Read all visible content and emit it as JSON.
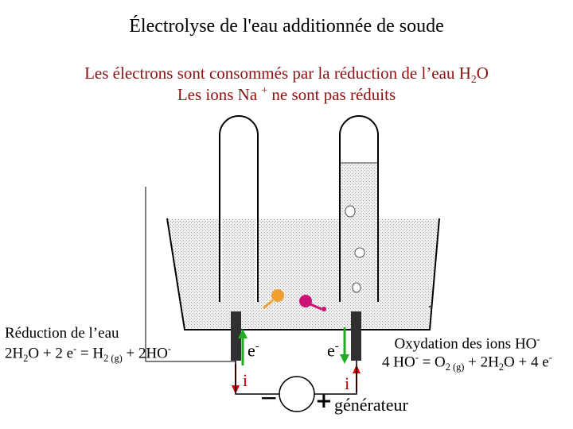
{
  "title": "Électrolyse de l'eau additionnée de soude",
  "subtitle": {
    "line1_prefix": "Les électrons sont consommés par la réduction de l’eau H",
    "line1_sub": "2",
    "line1_suffix": "O",
    "line2_prefix": "Les ions Na ",
    "line2_sup": "+",
    "line2_suffix": " ne sont pas réduits"
  },
  "cathode": {
    "label": "Réduction de l’eau",
    "eq_a": "2H",
    "eq_a_sub": "2",
    "eq_b": "O + 2 e",
    "eq_b_sup": "-",
    "eq_c": " = H",
    "eq_c_sub": "2 (g)",
    "eq_d": " + 2HO",
    "eq_d_sup": "-"
  },
  "anode": {
    "label": "Oxydation des ions HO",
    "label_sup": "-",
    "eq_a": "4 HO",
    "eq_a_sup": "-",
    "eq_b": " = O",
    "eq_b_sub": "2 (g)",
    "eq_c": " + 2H",
    "eq_c_sub": "2",
    "eq_d": "O + 4 e",
    "eq_d_sup": "-"
  },
  "circuit": {
    "electron_left": "e",
    "electron_right": "e",
    "electron_sup": "-",
    "current_left": "i",
    "current_right": "i",
    "minus": "−",
    "plus": "+",
    "generator": "générateur"
  },
  "colors": {
    "subtitle": "#8b1212",
    "electron_arrow": "#22aa22",
    "current_arrow": "#dd0000",
    "sodium_ion": "#f0a030",
    "hydroxide_ion": "#cc1177",
    "electrolyte": "#e8e8e8"
  }
}
